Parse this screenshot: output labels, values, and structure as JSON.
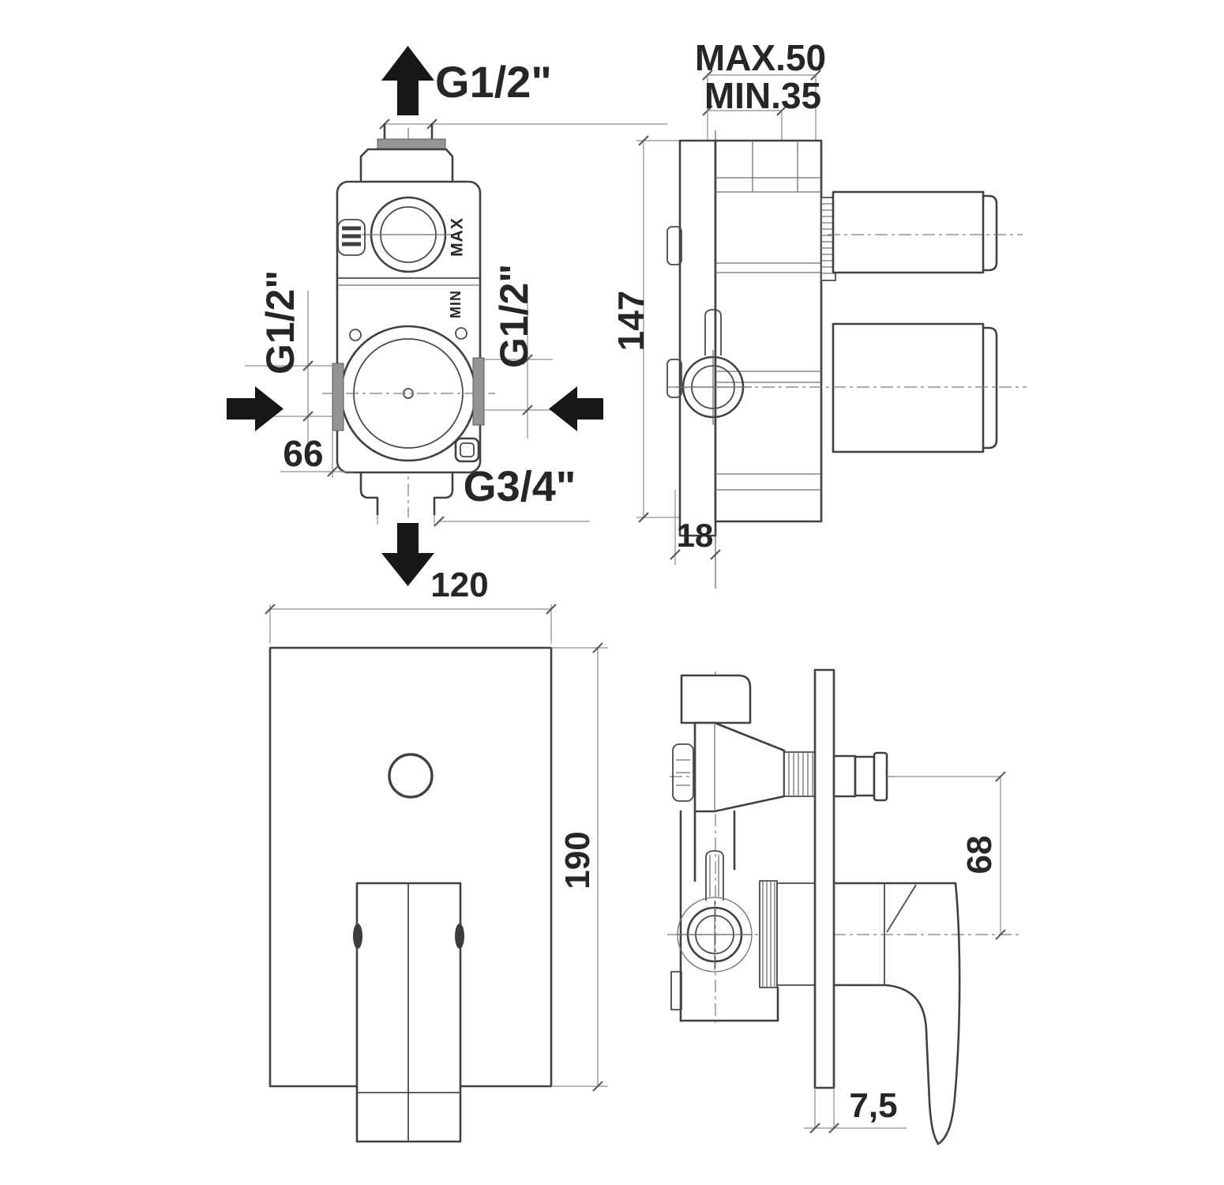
{
  "drawing": {
    "background": "#ffffff",
    "colors": {
      "line": "#414141",
      "dim_line": "#8d8d8d",
      "text": "#262626",
      "port_fill": "#949494",
      "arrow": "#171717"
    },
    "icons": {
      "flow_arrows": [
        "flow-arrow-up-icon",
        "flow-arrow-left-icon",
        "flow-arrow-right-icon",
        "flow-arrow-down-icon"
      ]
    },
    "views": {
      "front_rough_in": {
        "port_top_label": "G1/2\"",
        "port_left_label": "G1/2\"",
        "port_right_label": "G1/2\"",
        "port_bottom_label": "G3/4\"",
        "marking_max": "MAX",
        "marking_min": "MIN",
        "dim_port_span": "66"
      },
      "side_rough_in": {
        "dim_depth_max": "MAX.50",
        "dim_depth_min": "MIN.35",
        "dim_height": "147",
        "dim_wall_offset": "18"
      },
      "front_trim": {
        "dim_width": "120",
        "dim_height": "190"
      },
      "side_trim": {
        "dim_handle_offset": "68",
        "dim_plate_thickness": "7,5"
      }
    }
  }
}
